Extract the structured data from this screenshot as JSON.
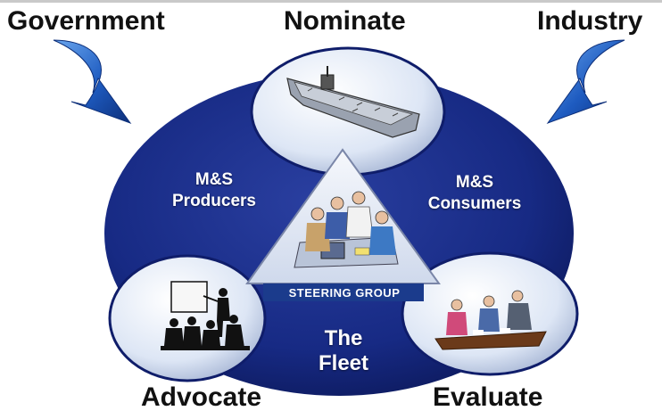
{
  "labels": {
    "government": "Government",
    "industry": "Industry",
    "nominate": "Nominate",
    "advocate": "Advocate",
    "evaluate": "Evaluate",
    "producers_line1": "M&S",
    "producers_line2": "Producers",
    "consumers_line1": "M&S",
    "consumers_line2": "Consumers",
    "steering_group": "STEERING GROUP",
    "fleet_line1": "The",
    "fleet_line2": "Fleet"
  },
  "colors": {
    "outer_blue": "#13247a",
    "arrow_blue": "#1e5bc0",
    "bubble_light": "#e4ecf8",
    "triangle_light": "#e8eef8",
    "steering_band": "#1b3b8c"
  },
  "icons": {
    "nominate": "aircraft-carrier-icon",
    "advocate": "presentation-meeting-icon",
    "evaluate": "conference-table-icon",
    "steering_group": "team-meeting-icon"
  }
}
